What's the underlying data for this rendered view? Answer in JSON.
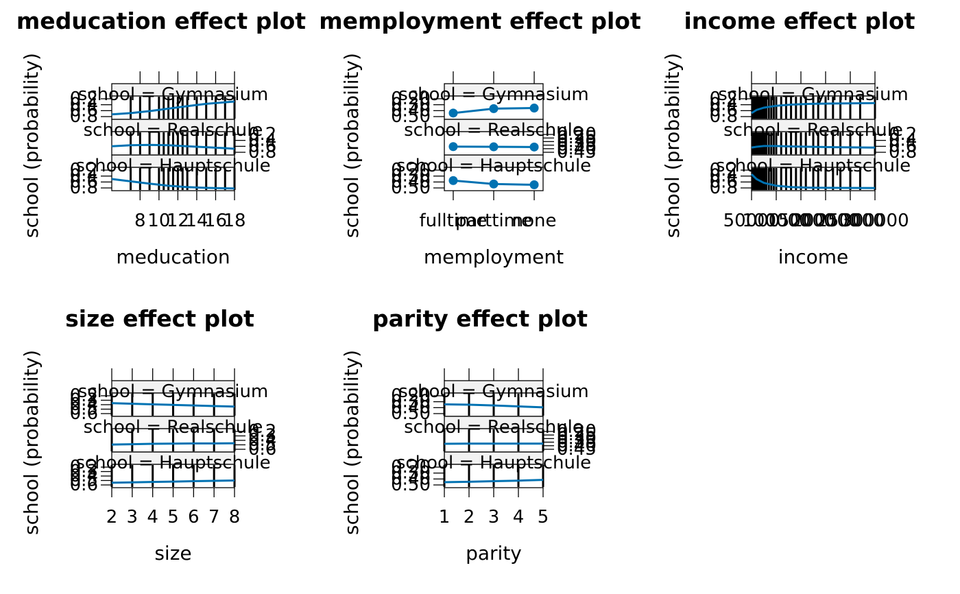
{
  "chart_data": [
    {
      "type": "line",
      "title": "meducation effect plot",
      "xlabel": "meducation",
      "ylabel": "school (probability)",
      "x_ticks": [
        "8",
        "10",
        "12",
        "14",
        "16",
        "18"
      ],
      "xlim": [
        5,
        18
      ],
      "x": [
        5,
        7,
        9,
        11,
        13,
        15,
        17,
        18
      ],
      "rug": [
        7,
        8,
        9,
        10,
        10.5,
        11,
        11.5,
        12,
        12.5,
        13,
        14,
        15,
        16,
        17,
        18
      ],
      "y_ticks_left": [
        "0.2",
        "0.4",
        "0.6",
        "0.8"
      ],
      "y_ticks_right": [
        "0.2",
        "0.4",
        "0.6",
        "0.8"
      ],
      "panels": [
        {
          "strip": "school = Gymnasium",
          "values": [
            0.15,
            0.22,
            0.32,
            0.45,
            0.58,
            0.7,
            0.78,
            0.82
          ]
        },
        {
          "strip": "school = Realschule",
          "values": [
            0.35,
            0.4,
            0.42,
            0.4,
            0.35,
            0.3,
            0.25,
            0.22
          ]
        },
        {
          "strip": "school = Hauptschule",
          "values": [
            0.5,
            0.38,
            0.26,
            0.15,
            0.08,
            0.04,
            0.02,
            0.01
          ]
        }
      ]
    },
    {
      "type": "line",
      "title": "memployment effect plot",
      "xlabel": "memployment",
      "ylabel": "school (probability)",
      "categories": [
        "fulltime",
        "parttime",
        "none"
      ],
      "y_ticks_left": [
        "0.20",
        "0.30",
        "0.40",
        "0.50"
      ],
      "y_ticks_right": [
        "0.20",
        "0.25",
        "0.30",
        "0.35",
        "0.40",
        "0.45"
      ],
      "panels": [
        {
          "strip": "school = Gymnasium",
          "values": [
            0.22,
            0.45,
            0.48
          ]
        },
        {
          "strip": "school = Realschule",
          "values": [
            0.33,
            0.32,
            0.31
          ]
        },
        {
          "strip": "school = Hauptschule",
          "values": [
            0.42,
            0.24,
            0.2
          ]
        }
      ]
    },
    {
      "type": "line",
      "title": "income effect plot",
      "xlabel": "income",
      "ylabel": "school (probability)",
      "x_ticks": [
        "50000",
        "100000",
        "150000",
        "200000",
        "250000",
        "300000"
      ],
      "xlim": [
        50000,
        300000
      ],
      "x": [
        50000,
        60000,
        75000,
        100000,
        130000,
        170000,
        220000,
        300000
      ],
      "rug": [
        52000,
        55000,
        58000,
        60000,
        62000,
        65000,
        68000,
        70000,
        72000,
        75000,
        78000,
        80000,
        85000,
        90000,
        95000,
        100000,
        110000,
        120000,
        130000,
        140000,
        150000,
        160000,
        175000,
        185000,
        200000,
        215000,
        230000,
        250000,
        270000,
        300000
      ],
      "y_ticks_left": [
        "0.2",
        "0.4",
        "0.6",
        "0.8"
      ],
      "y_ticks_right": [
        "0.2",
        "0.4",
        "0.6",
        "0.8"
      ],
      "panels": [
        {
          "strip": "school = Gymnasium",
          "values": [
            0.22,
            0.38,
            0.5,
            0.6,
            0.66,
            0.7,
            0.72,
            0.74
          ]
        },
        {
          "strip": "school = Realschule",
          "values": [
            0.28,
            0.32,
            0.36,
            0.36,
            0.34,
            0.32,
            0.3,
            0.28
          ]
        },
        {
          "strip": "school = Hauptschule",
          "values": [
            0.75,
            0.5,
            0.3,
            0.15,
            0.08,
            0.05,
            0.04,
            0.03
          ]
        }
      ]
    },
    {
      "type": "line",
      "title": "size effect plot",
      "xlabel": "size",
      "ylabel": "school (probability)",
      "x_ticks": [
        "2",
        "3",
        "4",
        "5",
        "6",
        "7",
        "8"
      ],
      "xlim": [
        2,
        8
      ],
      "x": [
        2,
        3,
        4,
        5,
        6,
        7,
        8
      ],
      "rug": [
        2,
        3,
        4,
        5,
        6,
        7,
        8
      ],
      "y_ticks_left": [
        "0.2",
        "0.3",
        "0.4",
        "0.5",
        "0.6"
      ],
      "y_ticks_right": [
        "0.2",
        "0.3",
        "0.4",
        "0.5",
        "0.6"
      ],
      "panels": [
        {
          "strip": "school = Gymnasium",
          "values": [
            0.58,
            0.55,
            0.52,
            0.49,
            0.46,
            0.43,
            0.4
          ]
        },
        {
          "strip": "school = Realschule",
          "values": [
            0.28,
            0.3,
            0.32,
            0.33,
            0.34,
            0.34,
            0.35
          ]
        },
        {
          "strip": "school = Hauptschule",
          "values": [
            0.15,
            0.17,
            0.19,
            0.21,
            0.23,
            0.25,
            0.27
          ]
        }
      ]
    },
    {
      "type": "line",
      "title": "parity effect plot",
      "xlabel": "parity",
      "ylabel": "school (probability)",
      "x_ticks": [
        "1",
        "2",
        "3",
        "4",
        "5"
      ],
      "xlim": [
        1,
        5
      ],
      "x": [
        1,
        2,
        3,
        4,
        5
      ],
      "rug": [
        1,
        2,
        3,
        4,
        5
      ],
      "y_ticks_left": [
        "0.20",
        "0.30",
        "0.40",
        "0.50"
      ],
      "y_ticks_right": [
        "0.20",
        "0.25",
        "0.30",
        "0.35",
        "0.40",
        "0.45"
      ],
      "panels": [
        {
          "strip": "school = Gymnasium",
          "values": [
            0.52,
            0.5,
            0.46,
            0.41,
            0.36
          ]
        },
        {
          "strip": "school = Realschule",
          "values": [
            0.32,
            0.33,
            0.33,
            0.33,
            0.33
          ]
        },
        {
          "strip": "school = Hauptschule",
          "values": [
            0.18,
            0.2,
            0.23,
            0.26,
            0.3
          ]
        }
      ]
    }
  ],
  "colors": {
    "line": "#0072B2",
    "strip_bg": "#f2f2f2"
  }
}
